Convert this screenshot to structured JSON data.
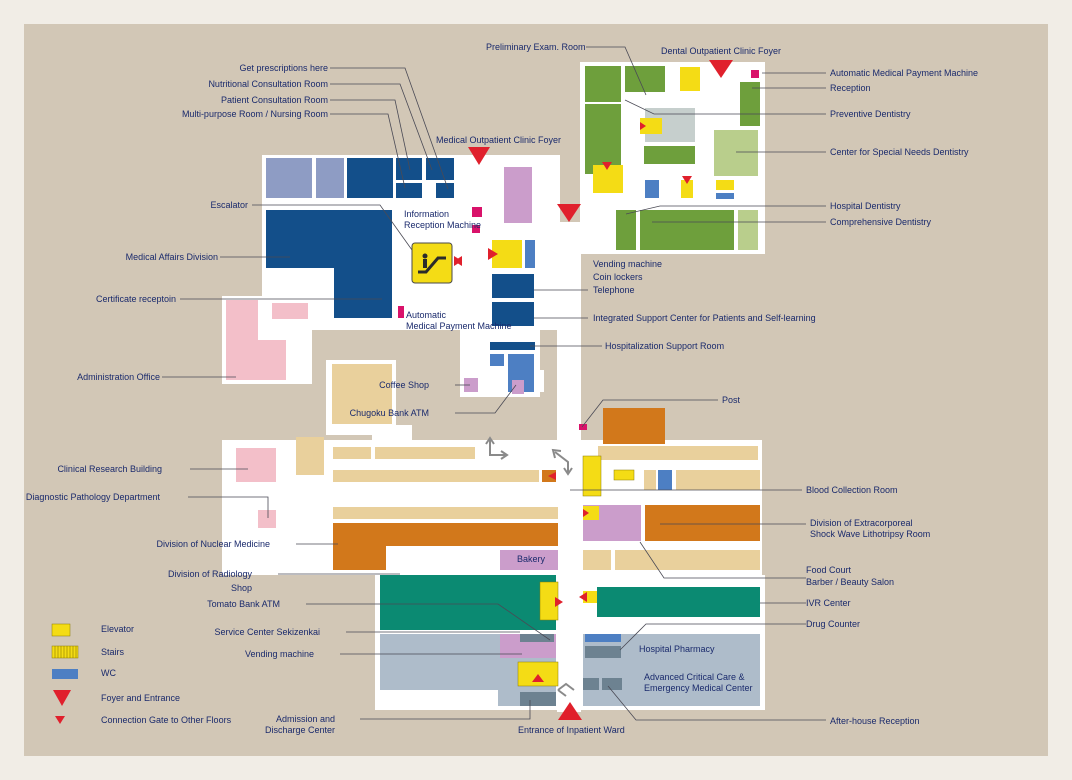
{
  "colors": {
    "background": "#d2c7b6",
    "corridor": "#ffffff",
    "navy": "#134f8a",
    "slate": "#8e9cc4",
    "pink": "#f3bfc9",
    "tan": "#e9d09c",
    "orange": "#d2781b",
    "purple": "#cb9dcb",
    "teal": "#0b8a72",
    "greyblue": "#aebcca",
    "darkslate": "#6d8291",
    "green": "#6e9f3c",
    "lightgreen": "#b9ce8c",
    "yellow": "#f4dc15",
    "wc": "#4d7fc3",
    "red": "#e0202c",
    "magenta": "#d9126a",
    "label": "#1a2a6c"
  },
  "labels": {
    "get_prescriptions": "Get prescriptions here",
    "nutritional": "Nutritional Consultation Room",
    "patient_consultation": "Patient Consultation Room",
    "multipurpose": "Multi-purpose Room / Nursing Room",
    "medical_foyer": "Medical Outpatient Clinic Foyer",
    "escalator": "Escalator",
    "information": "Information",
    "reception_machine": "Reception Machine",
    "medical_affairs": "Medical Affairs Division",
    "certificate": "Certificate receptoin",
    "auto_pay_1": "Automatic",
    "auto_pay_2": "Medical Payment Machine",
    "administration": "Administration Office",
    "coffee_shop": "Coffee Shop",
    "chugoku_atm": "Chugoku Bank ATM",
    "clinical_research": "Clinical Research Building",
    "diagnostic_pathology": "Diagnostic Pathology Department",
    "nuclear_medicine": "Division of Nuclear Medicine",
    "radiology": "Division of Radiology",
    "shop": "Shop",
    "tomato_atm": "Tomato Bank ATM",
    "service_center": "Service Center Sekizenkai",
    "vending_machine_low": "Vending machine",
    "admission_1": "Admission and",
    "admission_2": "Discharge Center",
    "inpatient_entrance": "Entrance of Inpatient Ward",
    "preliminary_exam": "Preliminary Exam. Room",
    "dental_foyer": "Dental Outpatient Clinic Foyer",
    "auto_pay_dental": "Automatic Medical Payment Machine",
    "reception": "Reception",
    "preventive": "Preventive Dentistry",
    "special_needs": "Center for Special Needs Dentistry",
    "hospital_dentistry": "Hospital Dentistry",
    "comprehensive": "Comprehensive Dentistry",
    "vending_machine_top": "Vending machine",
    "coin_lockers": "Coin lockers",
    "telephone": "Telephone",
    "integrated_support": "Integrated Support Center for Patients and Self-learning",
    "hospitalization_support": "Hospitalization Support Room",
    "post": "Post",
    "blood_collection": "Blood Collection Room",
    "extracorporeal_1": "Division of Extracorporeal",
    "extracorporeal_2": "Shock Wave Lithotripsy Room",
    "food_court": "Food Court",
    "barber": "Barber / Beauty Salon",
    "ivr": "IVR Center",
    "drug_counter": "Drug Counter",
    "after_hours": "After-house Reception",
    "bakery": "Bakery",
    "hospital_pharmacy": "Hospital Pharmacy",
    "emergency_1": "Advanced Critical Care &",
    "emergency_2": "Emergency Medical Center"
  },
  "legend": {
    "elevator": "Elevator",
    "stairs": "Stairs",
    "wc": "WC",
    "foyer": "Foyer and Entrance",
    "gate": "Connection Gate to Other Floors"
  }
}
